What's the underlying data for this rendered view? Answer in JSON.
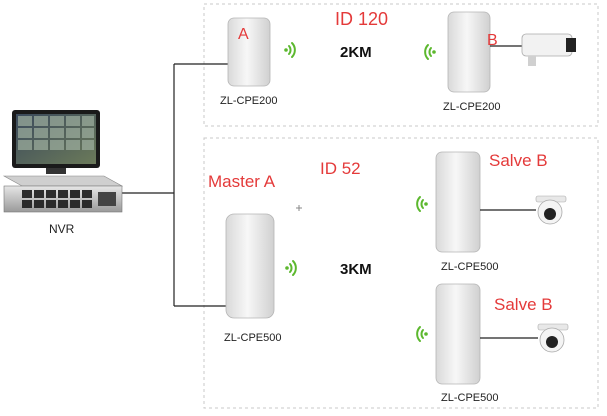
{
  "top_link": {
    "id_label": "ID 120",
    "distance": "2KM",
    "device_a": {
      "tag": "A",
      "model": "ZL-CPE200"
    },
    "device_b": {
      "tag": "B",
      "model": "ZL-CPE200"
    }
  },
  "bottom_link": {
    "id_label": "ID 52",
    "distance": "3KM",
    "master": {
      "tag": "Master A",
      "model": "ZL-CPE500"
    },
    "slave_1": {
      "tag": "Salve B",
      "model": "ZL-CPE500"
    },
    "slave_2": {
      "tag": "Salve B",
      "model": "ZL-CPE500"
    }
  },
  "nvr": {
    "label": "NVR"
  },
  "colors": {
    "accent_red": "#e43a3a",
    "signal_green": "#5cb82e",
    "frame_dash": "#c8c8c8"
  },
  "icons": [
    "nvr-monitor-icon",
    "cpe-radio-icon",
    "wifi-signal-icon",
    "bullet-camera-icon",
    "dome-camera-icon"
  ]
}
